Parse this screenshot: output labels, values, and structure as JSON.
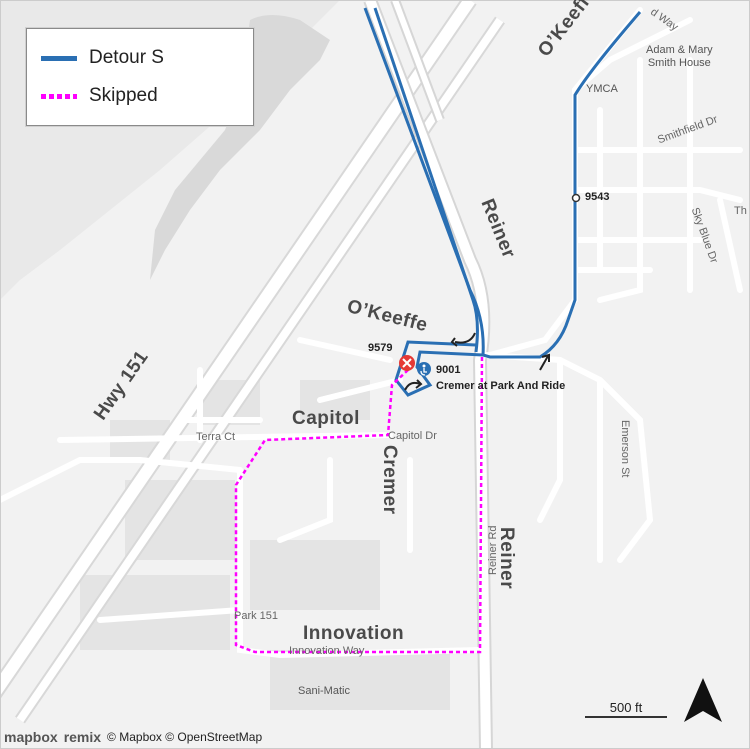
{
  "legend": {
    "detour_label": "Detour S",
    "detour_color": "#2a6fb3",
    "skipped_label": "Skipped",
    "skipped_color": "#ff00ff"
  },
  "road_labels": {
    "okeeffe_top": "O’Keeffe",
    "okeeffe_mid": "O’Keeffe",
    "reiner_top": "Reiner",
    "reiner_bottom": "Reiner",
    "hwy": "Hwy 151",
    "capitol": "Capitol",
    "cremer": "Cremer",
    "innovation": "Innovation",
    "smithfield": "Smithfield Dr",
    "sky_blue": "Sky Blue Dr",
    "terra": "Terra Ct",
    "capitol_dr": "Capitol Dr",
    "reiner_rd": "Reiner Rd",
    "innovation_way": "Innovation Way",
    "emerson": "Emerson St",
    "park151": "Park 151",
    "top_way": "d Way",
    "th": "Th"
  },
  "pois": {
    "adam_mary": "Adam & Mary\nSmith House",
    "ymca": "YMCA",
    "sani": "Sani-Matic"
  },
  "stops": {
    "s9543": "9543",
    "s9579": "9579",
    "s9001": "9001",
    "park_ride": "Cremer at Park And Ride"
  },
  "scale_label": "500 ft",
  "attribution": {
    "mapbox": "mapbox",
    "remix": "remix",
    "text": "© Mapbox © OpenStreetMap"
  },
  "icons": [
    "north-arrow-icon",
    "skipped-stop-icon",
    "accessible-stop-icon",
    "turn-arrow-icon"
  ]
}
